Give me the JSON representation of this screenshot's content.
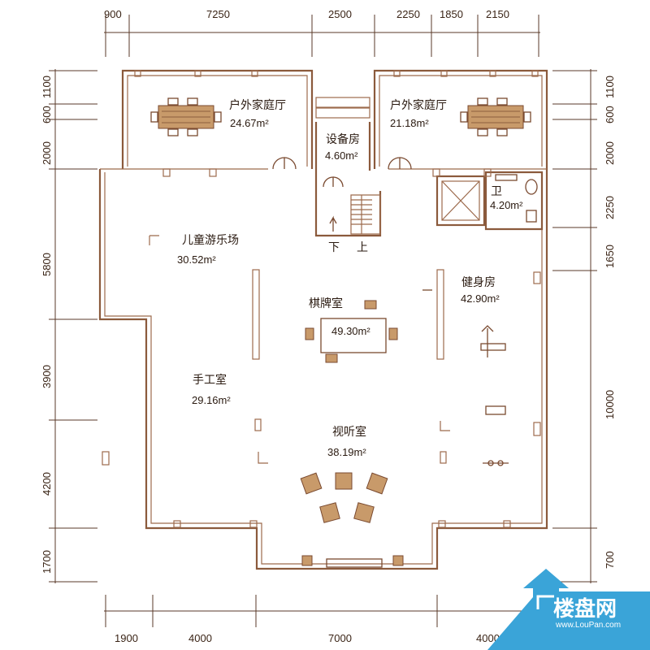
{
  "dimensions": {
    "top": [
      "900",
      "7250",
      "2500",
      "2250",
      "1850",
      "2150"
    ],
    "bottom": [
      "1900",
      "4000",
      "7000",
      "4000"
    ],
    "left": [
      "1100",
      "600",
      "2000",
      "5800",
      "3900",
      "4200",
      "1700"
    ],
    "right": [
      "1100",
      "600",
      "2000",
      "2250",
      "1650",
      "10000",
      "700"
    ]
  },
  "rooms": {
    "outdoor_left": {
      "name": "户外家庭厅",
      "area": "24.67m²"
    },
    "outdoor_right": {
      "name": "户外家庭厅",
      "area": "21.18m²"
    },
    "equipment": {
      "name": "设备房",
      "area": "4.60m²"
    },
    "bathroom": {
      "name": "卫",
      "area": "4.20m²"
    },
    "kids": {
      "name": "儿童游乐场",
      "area": "30.52m²"
    },
    "chess": {
      "name": "棋牌室",
      "area": "49.30m²"
    },
    "gym": {
      "name": "健身房",
      "area": "42.90m²"
    },
    "craft": {
      "name": "手工室",
      "area": "29.16m²"
    },
    "av": {
      "name": "视听室",
      "area": "38.19m²"
    }
  },
  "stairs": {
    "down": "下",
    "up": "上"
  },
  "watermark": {
    "brand": "楼盘网",
    "url": "www.LouPan.com"
  },
  "colors": {
    "wall": "#8b5a3c",
    "logo": "#3aa4d8"
  }
}
